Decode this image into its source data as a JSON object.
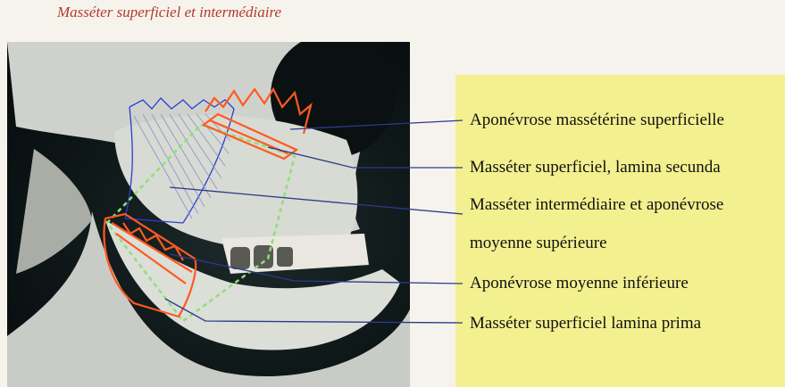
{
  "figure": {
    "caption": "Masséter superficiel et intermédiaire"
  },
  "labels": [
    "Aponévrose massétérine superficielle",
    "Masséter superficiel, lamina secunda",
    "Masséter intermédiaire et aponévrose",
    "moyenne supérieure",
    "Aponévrose moyenne inférieure",
    "Masséter superficiel lamina prima"
  ],
  "colors": {
    "caption": "#b23a2c",
    "legend_background": "#f3f08f",
    "leader_lines": "#2b3a8a",
    "muscle_outline": "#ff5a1f",
    "muscle_hatch_blue": "#2a3fd0",
    "aponeurosis_dashed": "#8ee07a"
  }
}
